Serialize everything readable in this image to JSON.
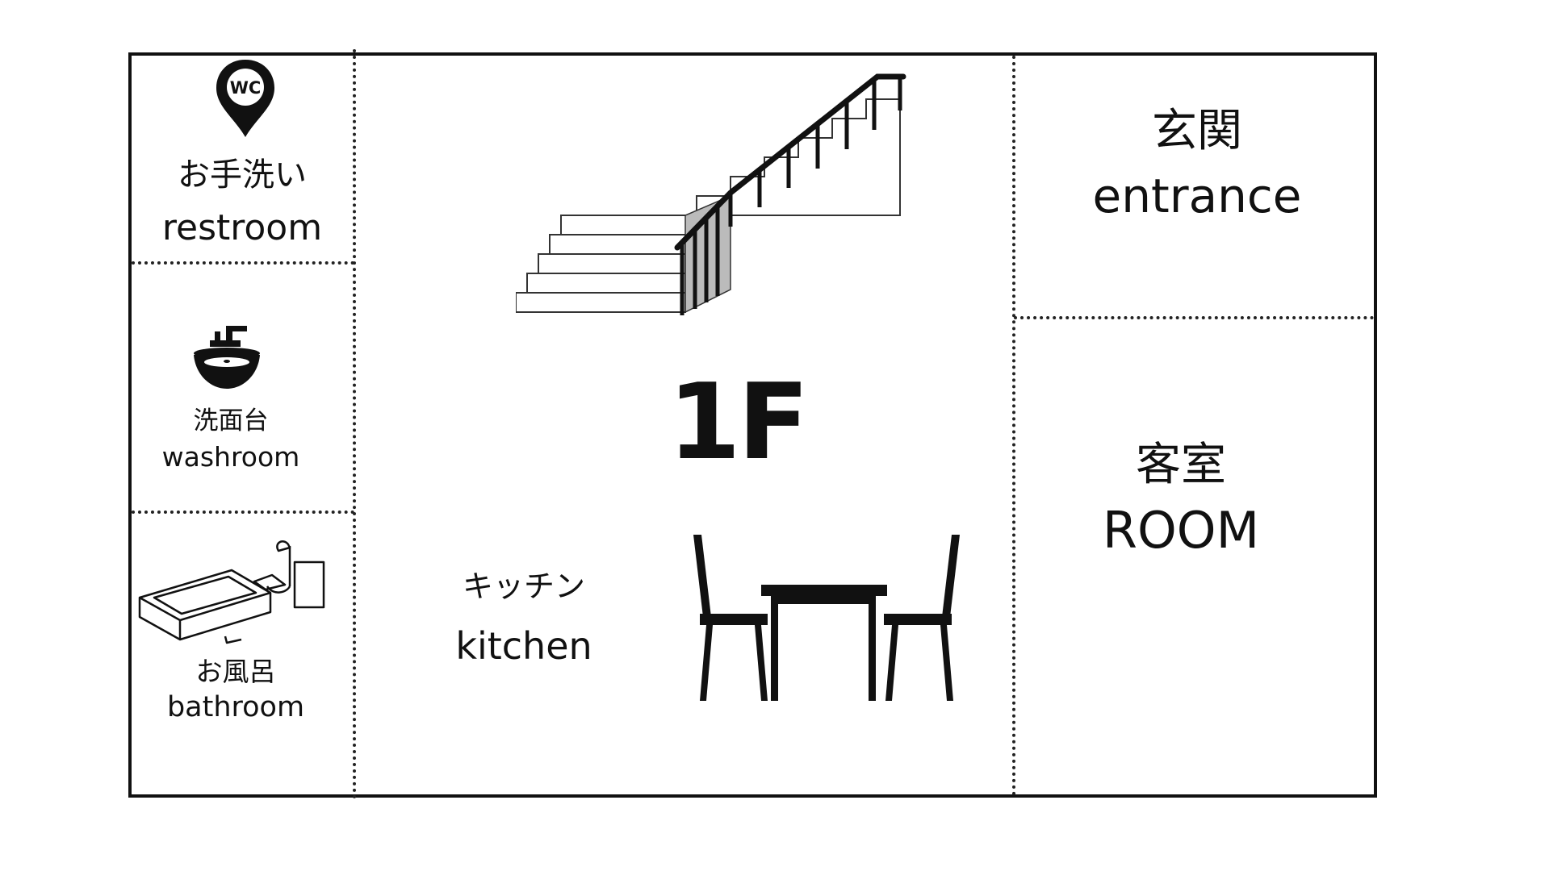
{
  "floor_label": "1F",
  "rooms": {
    "restroom": {
      "ja": "お手洗い",
      "en": "restroom",
      "badge": "WC",
      "icon": "wc-pin-icon"
    },
    "washroom": {
      "ja": "洗面台",
      "en": "washroom",
      "icon": "sink-icon"
    },
    "bathroom": {
      "ja": "お風呂",
      "en": "bathroom",
      "icon": "bathtub-icon"
    },
    "kitchen": {
      "ja": "キッチン",
      "en": "kitchen",
      "icon": "dining-table-icon"
    },
    "entrance": {
      "ja": "玄関",
      "en": "entrance"
    },
    "guest_room": {
      "ja": "客室",
      "en": "ROOM"
    },
    "stairs": {
      "icon": "staircase-icon"
    }
  },
  "colors": {
    "line": "#111111",
    "fill": "#111111",
    "background": "#ffffff"
  }
}
